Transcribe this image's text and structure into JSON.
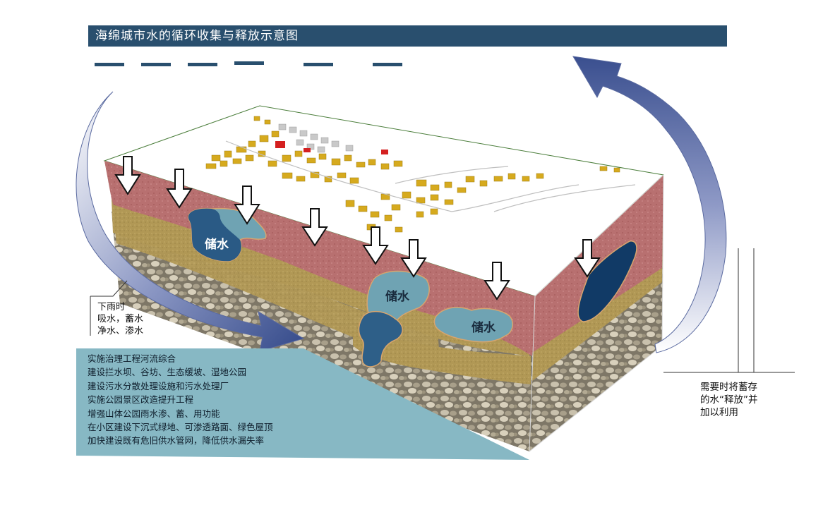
{
  "title": "海绵城市水的循环收集与释放示意图",
  "storage_label": "储水",
  "rain_note": [
    "下雨时",
    "吸水，蓄水",
    "净水、渗水"
  ],
  "release_note": [
    "需要时将蓄存",
    "的水“释放”并",
    "加以利用"
  ],
  "measures": [
    "实施治理工程河流综合",
    "建设拦水坝、谷坊、生态缓坡、湿地公园",
    "建设污水分散处理设施和污水处理厂",
    "实施公园景区改造提升工程",
    "增强山体公园雨水渗、蓄、用功能",
    "在小区建设下沉式绿地、可渗透路面、绿色屋顶",
    "加快建设既有危旧供水管网，降低供水漏失率"
  ],
  "colors": {
    "title_bg": "#294f6e",
    "soil_red": "#b86b6b",
    "sand": "#b39a5a",
    "gravel": "#8f8876",
    "water_light": "#6fa3b3",
    "water_dark": "#1f4e79",
    "panel": "#87b8c4",
    "arrow": "#3c4f8a"
  },
  "icons": {
    "infiltration": "down-arrow-icon",
    "cycle": "curved-arrow-icon"
  }
}
